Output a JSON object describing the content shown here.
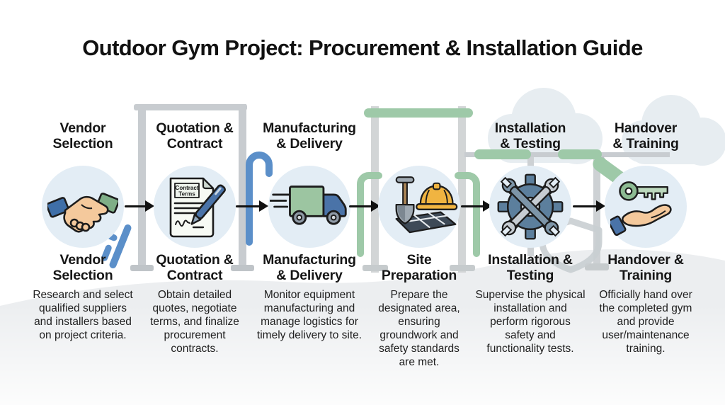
{
  "title": "Outdoor Gym Project: Procurement & Installation Guide",
  "steps": [
    {
      "id": "vendor-selection",
      "icon": "handshake-icon",
      "top_label": "Vendor Selection",
      "top_label_lines": [
        "Vendor",
        "Selection"
      ],
      "heading": "Vendor Selection",
      "heading_lines": [
        "Vendor",
        "Selection"
      ],
      "description": "Research and select qualified suppliers and installers based on project criteria."
    },
    {
      "id": "quotation-contract",
      "icon": "contract-document-icon",
      "icon_text_lines": [
        "Contract",
        "Terms"
      ],
      "top_label": "Quotation & Contract",
      "top_label_lines": [
        "Quotation &",
        "Contract"
      ],
      "heading": "Quotation & Contract",
      "heading_lines": [
        "Quotation &",
        "Contract"
      ],
      "description": "Obtain detailed quotes, negotiate terms, and finalize procurement contracts."
    },
    {
      "id": "manufacturing-delivery",
      "icon": "delivery-truck-icon",
      "top_label": "Manufacturing & Delivery",
      "top_label_lines": [
        "Manufacturing",
        "& Delivery"
      ],
      "heading": "Manufacturing & Delivery",
      "heading_lines": [
        "Manufacturing",
        "& Delivery"
      ],
      "description": "Monitor equipment manufacturing and manage logistics for timely delivery to site."
    },
    {
      "id": "site-preparation",
      "icon": "shovel-hardhat-icon",
      "heading": "Site Preparation",
      "heading_lines": [
        "Site",
        "Preparation"
      ],
      "description": "Prepare the designated area, ensuring groundwork and safety standards are met."
    },
    {
      "id": "installation-testing",
      "icon": "gear-wrench-icon",
      "top_label": "Installation & Testing",
      "top_label_lines": [
        "Installation",
        "& Testing"
      ],
      "heading": "Installation & Testing",
      "heading_lines": [
        "Installation &",
        "Testing"
      ],
      "description": "Supervise the physical installation and perform rigorous safety and functionality tests."
    },
    {
      "id": "handover-training",
      "icon": "key-hand-icon",
      "top_label": "Handover & Training",
      "top_label_lines": [
        "Handover",
        "& Training"
      ],
      "heading": "Handover & Training",
      "heading_lines": [
        "Handover &",
        "Training"
      ],
      "description": "Officially hand over the completed gym and provide user/maintenance training."
    }
  ],
  "flow": {
    "arrow_count": 5,
    "direction": "left-to-right"
  },
  "colors": {
    "title_text": "#111111",
    "body_text": "#1f1f1f",
    "arrow": "#111111",
    "circle_bg": "#e3edf5",
    "cloud": "#e7edf1",
    "hill": "#e7eaec",
    "equip_gray": "#c8ccd0",
    "equip_green": "#9ec9a8",
    "equip_blue": "#5b8fc9",
    "skin": "#f4c99c",
    "sleeve_blue": "#3f6fa8",
    "sleeve_green": "#7fae87",
    "truck_green": "#9cc5a1",
    "cab_blue": "#4a73a8",
    "hat_orange": "#f0b441",
    "gear_blue": "#5c7f9d",
    "wrench_gray": "#c6ccd2",
    "wrench_steel": "#7d95a8",
    "key_green": "#8dbb93",
    "key_light_green": "#bcd9bd",
    "doc_paper": "#f7faf4"
  }
}
